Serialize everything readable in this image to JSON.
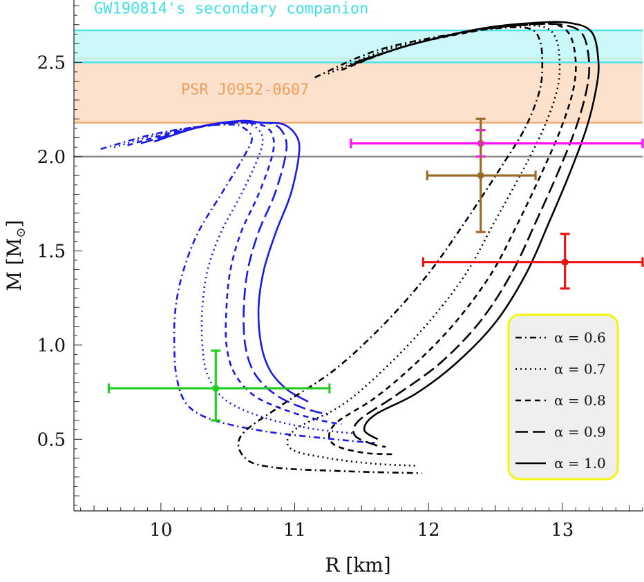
{
  "chart_data": {
    "type": "line",
    "xlabel": "R [km]",
    "ylabel": "M [M",
    "ylabel_sub": "⊙",
    "ylabel_close": "]",
    "xlim": [
      9.35,
      13.6
    ],
    "ylim": [
      0.12,
      2.82
    ],
    "xticks": [
      10,
      11,
      12,
      13
    ],
    "yticks": [
      0.5,
      1.0,
      1.5,
      2.0,
      2.5
    ],
    "xtick_labels": [
      "10",
      "11",
      "12",
      "13"
    ],
    "ytick_labels": [
      "0.5",
      "1.0",
      "1.5",
      "2.0",
      "2.5"
    ],
    "reference_line": {
      "y": 2.0,
      "color": "#8a8a8a"
    },
    "bands": [
      {
        "label": "PSR J0952-0607",
        "y_low": 2.18,
        "y_high": 2.52,
        "fill": "#fbdcc4",
        "edge": "#f2ae72",
        "text_color": "#f0a060",
        "label_x": 10.15,
        "label_y": 2.33
      },
      {
        "label": "GW190814's secondary companion",
        "y_low": 2.5,
        "y_high": 2.67,
        "fill": "#c2f7f8",
        "edge": "#4ee3ea",
        "text_color": "#3ee0e8",
        "label_x": 9.5,
        "label_y": 2.76
      }
    ],
    "series": [
      {
        "group": "blue",
        "alpha": "0.6",
        "color": "#1a1ae6",
        "dash": "9,5,2,5",
        "points": [
          [
            9.55,
            2.04
          ],
          [
            9.95,
            2.12
          ],
          [
            10.3,
            2.16
          ],
          [
            10.5,
            2.17
          ],
          [
            10.6,
            2.16
          ],
          [
            10.68,
            2.1
          ],
          [
            10.62,
            2.0
          ],
          [
            10.45,
            1.8
          ],
          [
            10.28,
            1.6
          ],
          [
            10.17,
            1.4
          ],
          [
            10.11,
            1.2
          ],
          [
            10.1,
            1.0
          ],
          [
            10.12,
            0.82
          ],
          [
            10.2,
            0.68
          ],
          [
            10.4,
            0.6
          ],
          [
            10.8,
            0.54
          ],
          [
            11.3,
            0.5
          ],
          [
            11.6,
            0.48
          ]
        ]
      },
      {
        "group": "blue",
        "alpha": "0.7",
        "color": "#1a1ae6",
        "dash": "2,5",
        "points": [
          [
            9.65,
            2.05
          ],
          [
            10.05,
            2.13
          ],
          [
            10.4,
            2.17
          ],
          [
            10.57,
            2.18
          ],
          [
            10.7,
            2.16
          ],
          [
            10.76,
            2.1
          ],
          [
            10.73,
            2.0
          ],
          [
            10.6,
            1.8
          ],
          [
            10.45,
            1.6
          ],
          [
            10.35,
            1.4
          ],
          [
            10.31,
            1.2
          ],
          [
            10.31,
            1.0
          ],
          [
            10.35,
            0.84
          ],
          [
            10.48,
            0.71
          ],
          [
            10.75,
            0.62
          ],
          [
            11.1,
            0.56
          ],
          [
            11.45,
            0.53
          ]
        ]
      },
      {
        "group": "blue",
        "alpha": "0.8",
        "color": "#1a1ae6",
        "dash": "8,6",
        "points": [
          [
            9.75,
            2.06
          ],
          [
            10.15,
            2.14
          ],
          [
            10.48,
            2.18
          ],
          [
            10.63,
            2.18
          ],
          [
            10.78,
            2.16
          ],
          [
            10.84,
            2.1
          ],
          [
            10.83,
            2.0
          ],
          [
            10.73,
            1.8
          ],
          [
            10.6,
            1.6
          ],
          [
            10.52,
            1.4
          ],
          [
            10.49,
            1.2
          ],
          [
            10.49,
            1.0
          ],
          [
            10.55,
            0.85
          ],
          [
            10.7,
            0.73
          ],
          [
            10.95,
            0.65
          ],
          [
            11.2,
            0.6
          ],
          [
            11.35,
            0.58
          ]
        ]
      },
      {
        "group": "blue",
        "alpha": "0.9",
        "color": "#1a1ae6",
        "dash": "18,7",
        "points": [
          [
            9.85,
            2.07
          ],
          [
            10.25,
            2.15
          ],
          [
            10.55,
            2.18
          ],
          [
            10.68,
            2.18
          ],
          [
            10.85,
            2.17
          ],
          [
            10.93,
            2.1
          ],
          [
            10.93,
            2.0
          ],
          [
            10.85,
            1.8
          ],
          [
            10.73,
            1.6
          ],
          [
            10.65,
            1.4
          ],
          [
            10.62,
            1.2
          ],
          [
            10.63,
            1.0
          ],
          [
            10.7,
            0.85
          ],
          [
            10.85,
            0.74
          ],
          [
            11.05,
            0.67
          ],
          [
            11.25,
            0.63
          ]
        ]
      },
      {
        "group": "blue",
        "alpha": "1.0",
        "color": "#1a1ae6",
        "dash": "",
        "points": [
          [
            9.95,
            2.08
          ],
          [
            10.3,
            2.16
          ],
          [
            10.6,
            2.19
          ],
          [
            10.75,
            2.18
          ],
          [
            10.92,
            2.17
          ],
          [
            11.02,
            2.1
          ],
          [
            11.03,
            2.0
          ],
          [
            10.97,
            1.8
          ],
          [
            10.86,
            1.6
          ],
          [
            10.77,
            1.4
          ],
          [
            10.73,
            1.2
          ],
          [
            10.75,
            1.0
          ],
          [
            10.82,
            0.86
          ],
          [
            10.95,
            0.76
          ],
          [
            11.1,
            0.7
          ]
        ]
      },
      {
        "group": "black",
        "alpha": "0.6",
        "color": "#000000",
        "dash": "9,5,2,5",
        "points": [
          [
            11.15,
            2.42
          ],
          [
            11.6,
            2.56
          ],
          [
            12.1,
            2.64
          ],
          [
            12.5,
            2.68
          ],
          [
            12.75,
            2.68
          ],
          [
            12.83,
            2.62
          ],
          [
            12.85,
            2.5
          ],
          [
            12.83,
            2.35
          ],
          [
            12.72,
            2.15
          ],
          [
            12.52,
            1.92
          ],
          [
            12.27,
            1.65
          ],
          [
            12.0,
            1.38
          ],
          [
            11.68,
            1.12
          ],
          [
            11.3,
            0.87
          ],
          [
            10.9,
            0.68
          ],
          [
            10.6,
            0.52
          ],
          [
            10.63,
            0.4
          ],
          [
            10.85,
            0.35
          ],
          [
            11.4,
            0.33
          ],
          [
            11.95,
            0.32
          ]
        ]
      },
      {
        "group": "black",
        "alpha": "0.7",
        "color": "#000000",
        "dash": "2,5",
        "points": [
          [
            11.25,
            2.44
          ],
          [
            11.7,
            2.57
          ],
          [
            12.2,
            2.65
          ],
          [
            12.6,
            2.69
          ],
          [
            12.85,
            2.69
          ],
          [
            12.95,
            2.63
          ],
          [
            12.98,
            2.5
          ],
          [
            12.96,
            2.35
          ],
          [
            12.86,
            2.15
          ],
          [
            12.7,
            1.92
          ],
          [
            12.49,
            1.65
          ],
          [
            12.28,
            1.38
          ],
          [
            12.0,
            1.12
          ],
          [
            11.68,
            0.88
          ],
          [
            11.35,
            0.68
          ],
          [
            11.0,
            0.55
          ],
          [
            10.97,
            0.45
          ],
          [
            11.25,
            0.4
          ],
          [
            11.6,
            0.37
          ],
          [
            11.9,
            0.36
          ]
        ]
      },
      {
        "group": "black",
        "alpha": "0.8",
        "color": "#000000",
        "dash": "8,6",
        "points": [
          [
            11.35,
            2.46
          ],
          [
            11.8,
            2.58
          ],
          [
            12.3,
            2.66
          ],
          [
            12.7,
            2.7
          ],
          [
            12.95,
            2.7
          ],
          [
            13.06,
            2.64
          ],
          [
            13.1,
            2.5
          ],
          [
            13.08,
            2.35
          ],
          [
            12.99,
            2.15
          ],
          [
            12.85,
            1.92
          ],
          [
            12.67,
            1.65
          ],
          [
            12.47,
            1.38
          ],
          [
            12.2,
            1.12
          ],
          [
            11.9,
            0.9
          ],
          [
            11.6,
            0.72
          ],
          [
            11.3,
            0.58
          ],
          [
            11.28,
            0.48
          ],
          [
            11.5,
            0.43
          ],
          [
            11.75,
            0.42
          ]
        ]
      },
      {
        "group": "black",
        "alpha": "0.9",
        "color": "#000000",
        "dash": "18,7",
        "points": [
          [
            11.4,
            2.48
          ],
          [
            11.85,
            2.59
          ],
          [
            12.35,
            2.67
          ],
          [
            12.75,
            2.7
          ],
          [
            13.0,
            2.7
          ],
          [
            13.15,
            2.65
          ],
          [
            13.2,
            2.5
          ],
          [
            13.18,
            2.35
          ],
          [
            13.1,
            2.15
          ],
          [
            12.97,
            1.92
          ],
          [
            12.8,
            1.65
          ],
          [
            12.62,
            1.38
          ],
          [
            12.38,
            1.12
          ],
          [
            12.08,
            0.9
          ],
          [
            11.75,
            0.73
          ],
          [
            11.48,
            0.6
          ],
          [
            11.45,
            0.52
          ],
          [
            11.6,
            0.47
          ],
          [
            11.68,
            0.46
          ]
        ]
      },
      {
        "group": "black",
        "alpha": "1.0",
        "color": "#000000",
        "dash": "",
        "points": [
          [
            11.45,
            2.5
          ],
          [
            11.9,
            2.6
          ],
          [
            12.4,
            2.68
          ],
          [
            12.8,
            2.71
          ],
          [
            13.05,
            2.71
          ],
          [
            13.22,
            2.66
          ],
          [
            13.27,
            2.5
          ],
          [
            13.25,
            2.35
          ],
          [
            13.18,
            2.15
          ],
          [
            13.06,
            1.92
          ],
          [
            12.9,
            1.65
          ],
          [
            12.73,
            1.38
          ],
          [
            12.5,
            1.12
          ],
          [
            12.2,
            0.9
          ],
          [
            11.9,
            0.74
          ],
          [
            11.6,
            0.63
          ],
          [
            11.52,
            0.55
          ],
          [
            11.62,
            0.5
          ]
        ]
      }
    ],
    "error_points": [
      {
        "name": "green",
        "color": "#22cc22",
        "x": 10.41,
        "y": 0.77,
        "xerr": [
          9.61,
          11.26
        ],
        "yerr": [
          0.6,
          0.97
        ]
      },
      {
        "name": "magenta",
        "color": "#ff10ff",
        "x": 12.39,
        "y": 2.07,
        "xerr": [
          11.42,
          13.6
        ],
        "yerr": [
          2.0,
          2.14
        ]
      },
      {
        "name": "brown",
        "color": "#9a6a2a",
        "x": 12.39,
        "y": 1.9,
        "xerr": [
          11.99,
          12.8
        ],
        "yerr": [
          1.6,
          2.2
        ]
      },
      {
        "name": "red",
        "color": "#ee1111",
        "x": 13.02,
        "y": 1.44,
        "xerr": [
          11.96,
          13.6
        ],
        "yerr": [
          1.3,
          1.59
        ]
      }
    ],
    "legend": {
      "placement": "bottom-right",
      "border_color": "#f5f50a",
      "background": "#efefef",
      "entries": [
        {
          "label": "α = 0.6",
          "dash": "9,5,2,5"
        },
        {
          "label": "α = 0.7",
          "dash": "2,5"
        },
        {
          "label": "α = 0.8",
          "dash": "8,6"
        },
        {
          "label": "α = 0.9",
          "dash": "18,7"
        },
        {
          "label": "α = 1.0",
          "dash": ""
        }
      ]
    }
  }
}
